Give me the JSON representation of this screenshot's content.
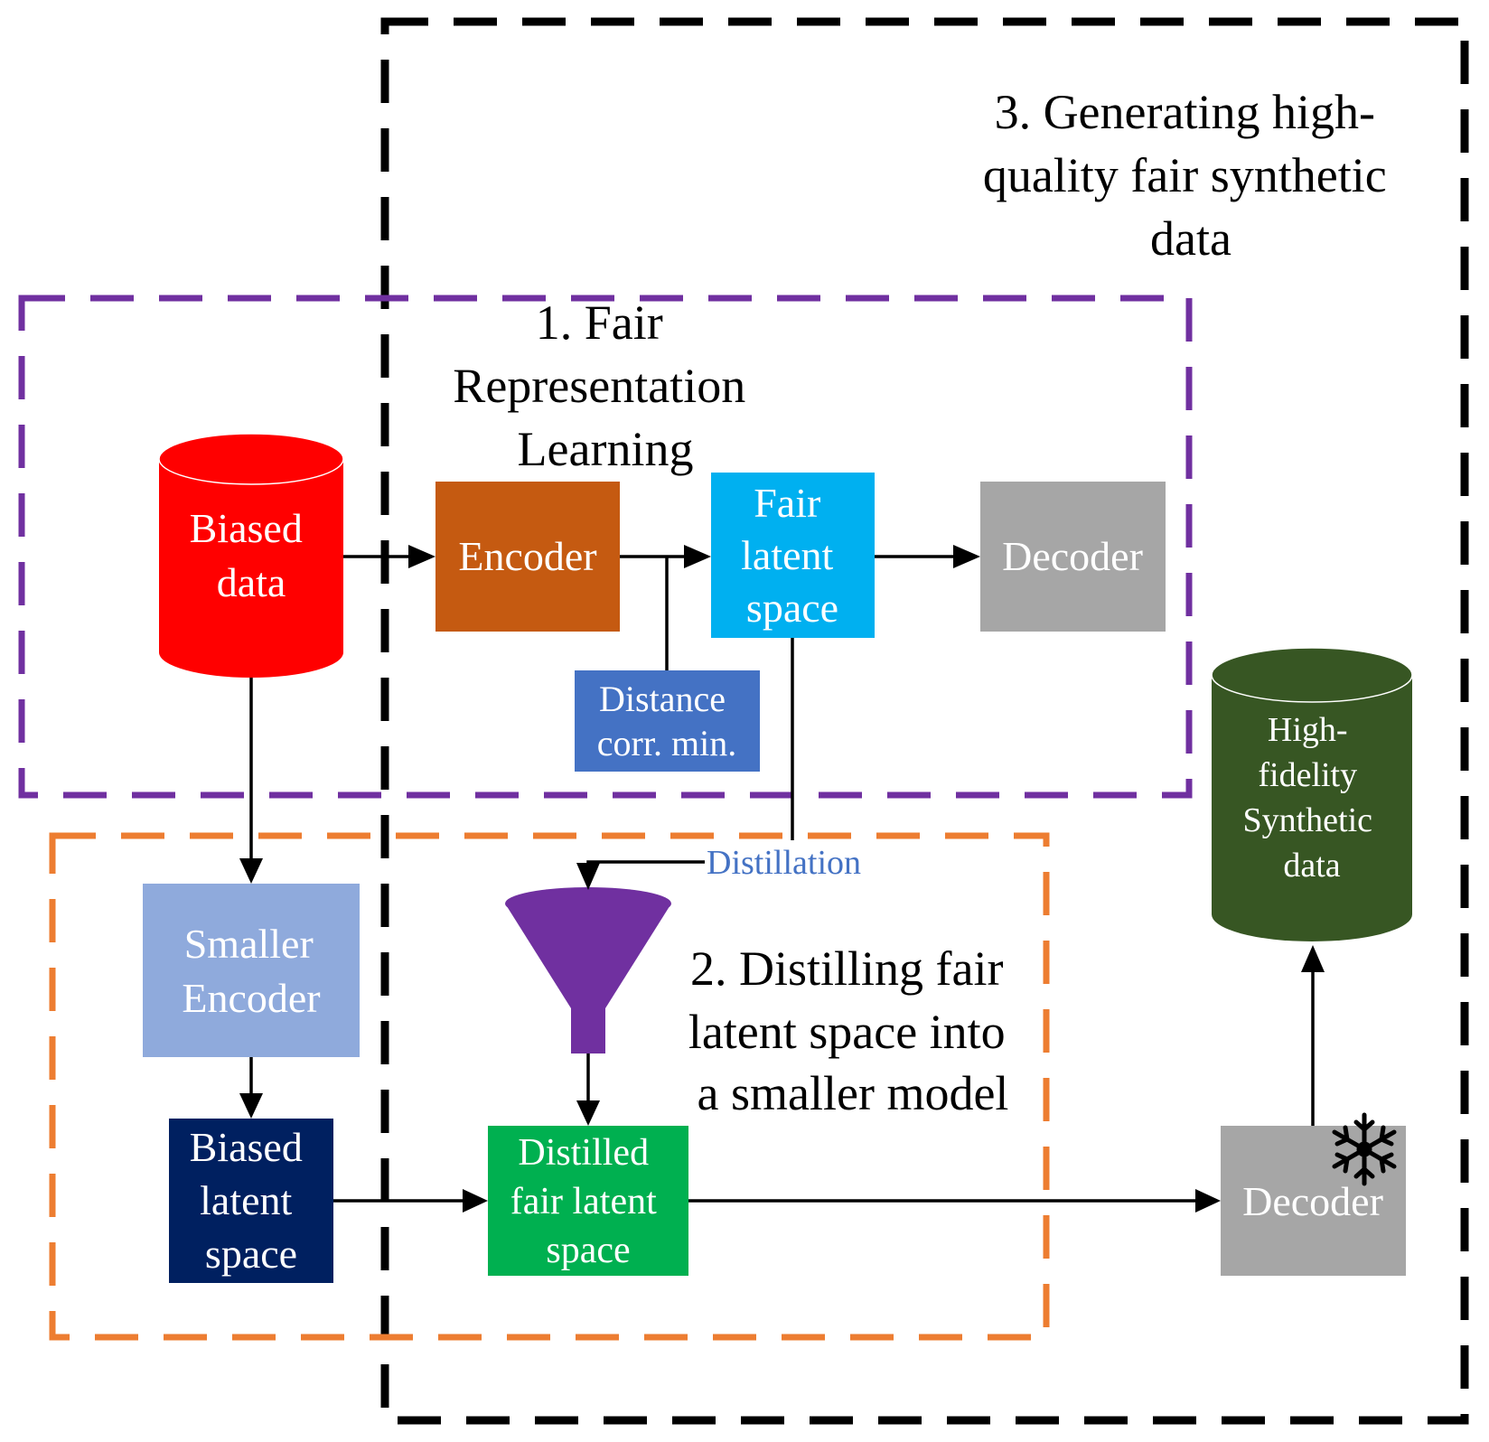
{
  "regions": {
    "generation": {
      "title": [
        "3. Generating high-",
        "quality fair synthetic",
        "data"
      ],
      "border_color": "#000000"
    },
    "fair_representation": {
      "title": [
        "1. Fair",
        "Representation",
        "Learning"
      ],
      "border_color": "#7030a0"
    },
    "distilling": {
      "title": [
        "2. Distilling fair",
        "latent space into",
        "a smaller model"
      ],
      "border_color": "#ed7d31"
    }
  },
  "nodes": {
    "biased_data": {
      "lines": [
        "Biased",
        "data"
      ],
      "color": "#ff0000"
    },
    "encoder": {
      "lines": [
        "Encoder"
      ],
      "color": "#c55a11"
    },
    "fair_latent": {
      "lines": [
        "Fair",
        "latent",
        "space"
      ],
      "color": "#00b0f0"
    },
    "decoder_top": {
      "lines": [
        "Decoder"
      ],
      "color": "#a6a6a6"
    },
    "distance_corr": {
      "lines": [
        "Distance",
        "corr. min."
      ],
      "color": "#4472c4"
    },
    "smaller_encoder": {
      "lines": [
        "Smaller",
        "Encoder"
      ],
      "color": "#8faadc"
    },
    "biased_latent": {
      "lines": [
        "Biased",
        "latent",
        "space"
      ],
      "color": "#002060"
    },
    "distilled_latent": {
      "lines": [
        "Distilled",
        "fair latent",
        "space"
      ],
      "color": "#00b050"
    },
    "decoder_frozen": {
      "lines": [
        "Decoder"
      ],
      "color": "#a6a6a6",
      "icon": "snowflake-icon"
    },
    "synthetic_data": {
      "lines": [
        "High-",
        "fidelity",
        "Synthetic",
        "data"
      ],
      "color": "#375623"
    },
    "funnel": {
      "icon": "funnel-icon",
      "color": "#7030a0"
    }
  },
  "edges": {
    "distillation_label": "Distillation",
    "distillation_color": "#4472c4"
  }
}
